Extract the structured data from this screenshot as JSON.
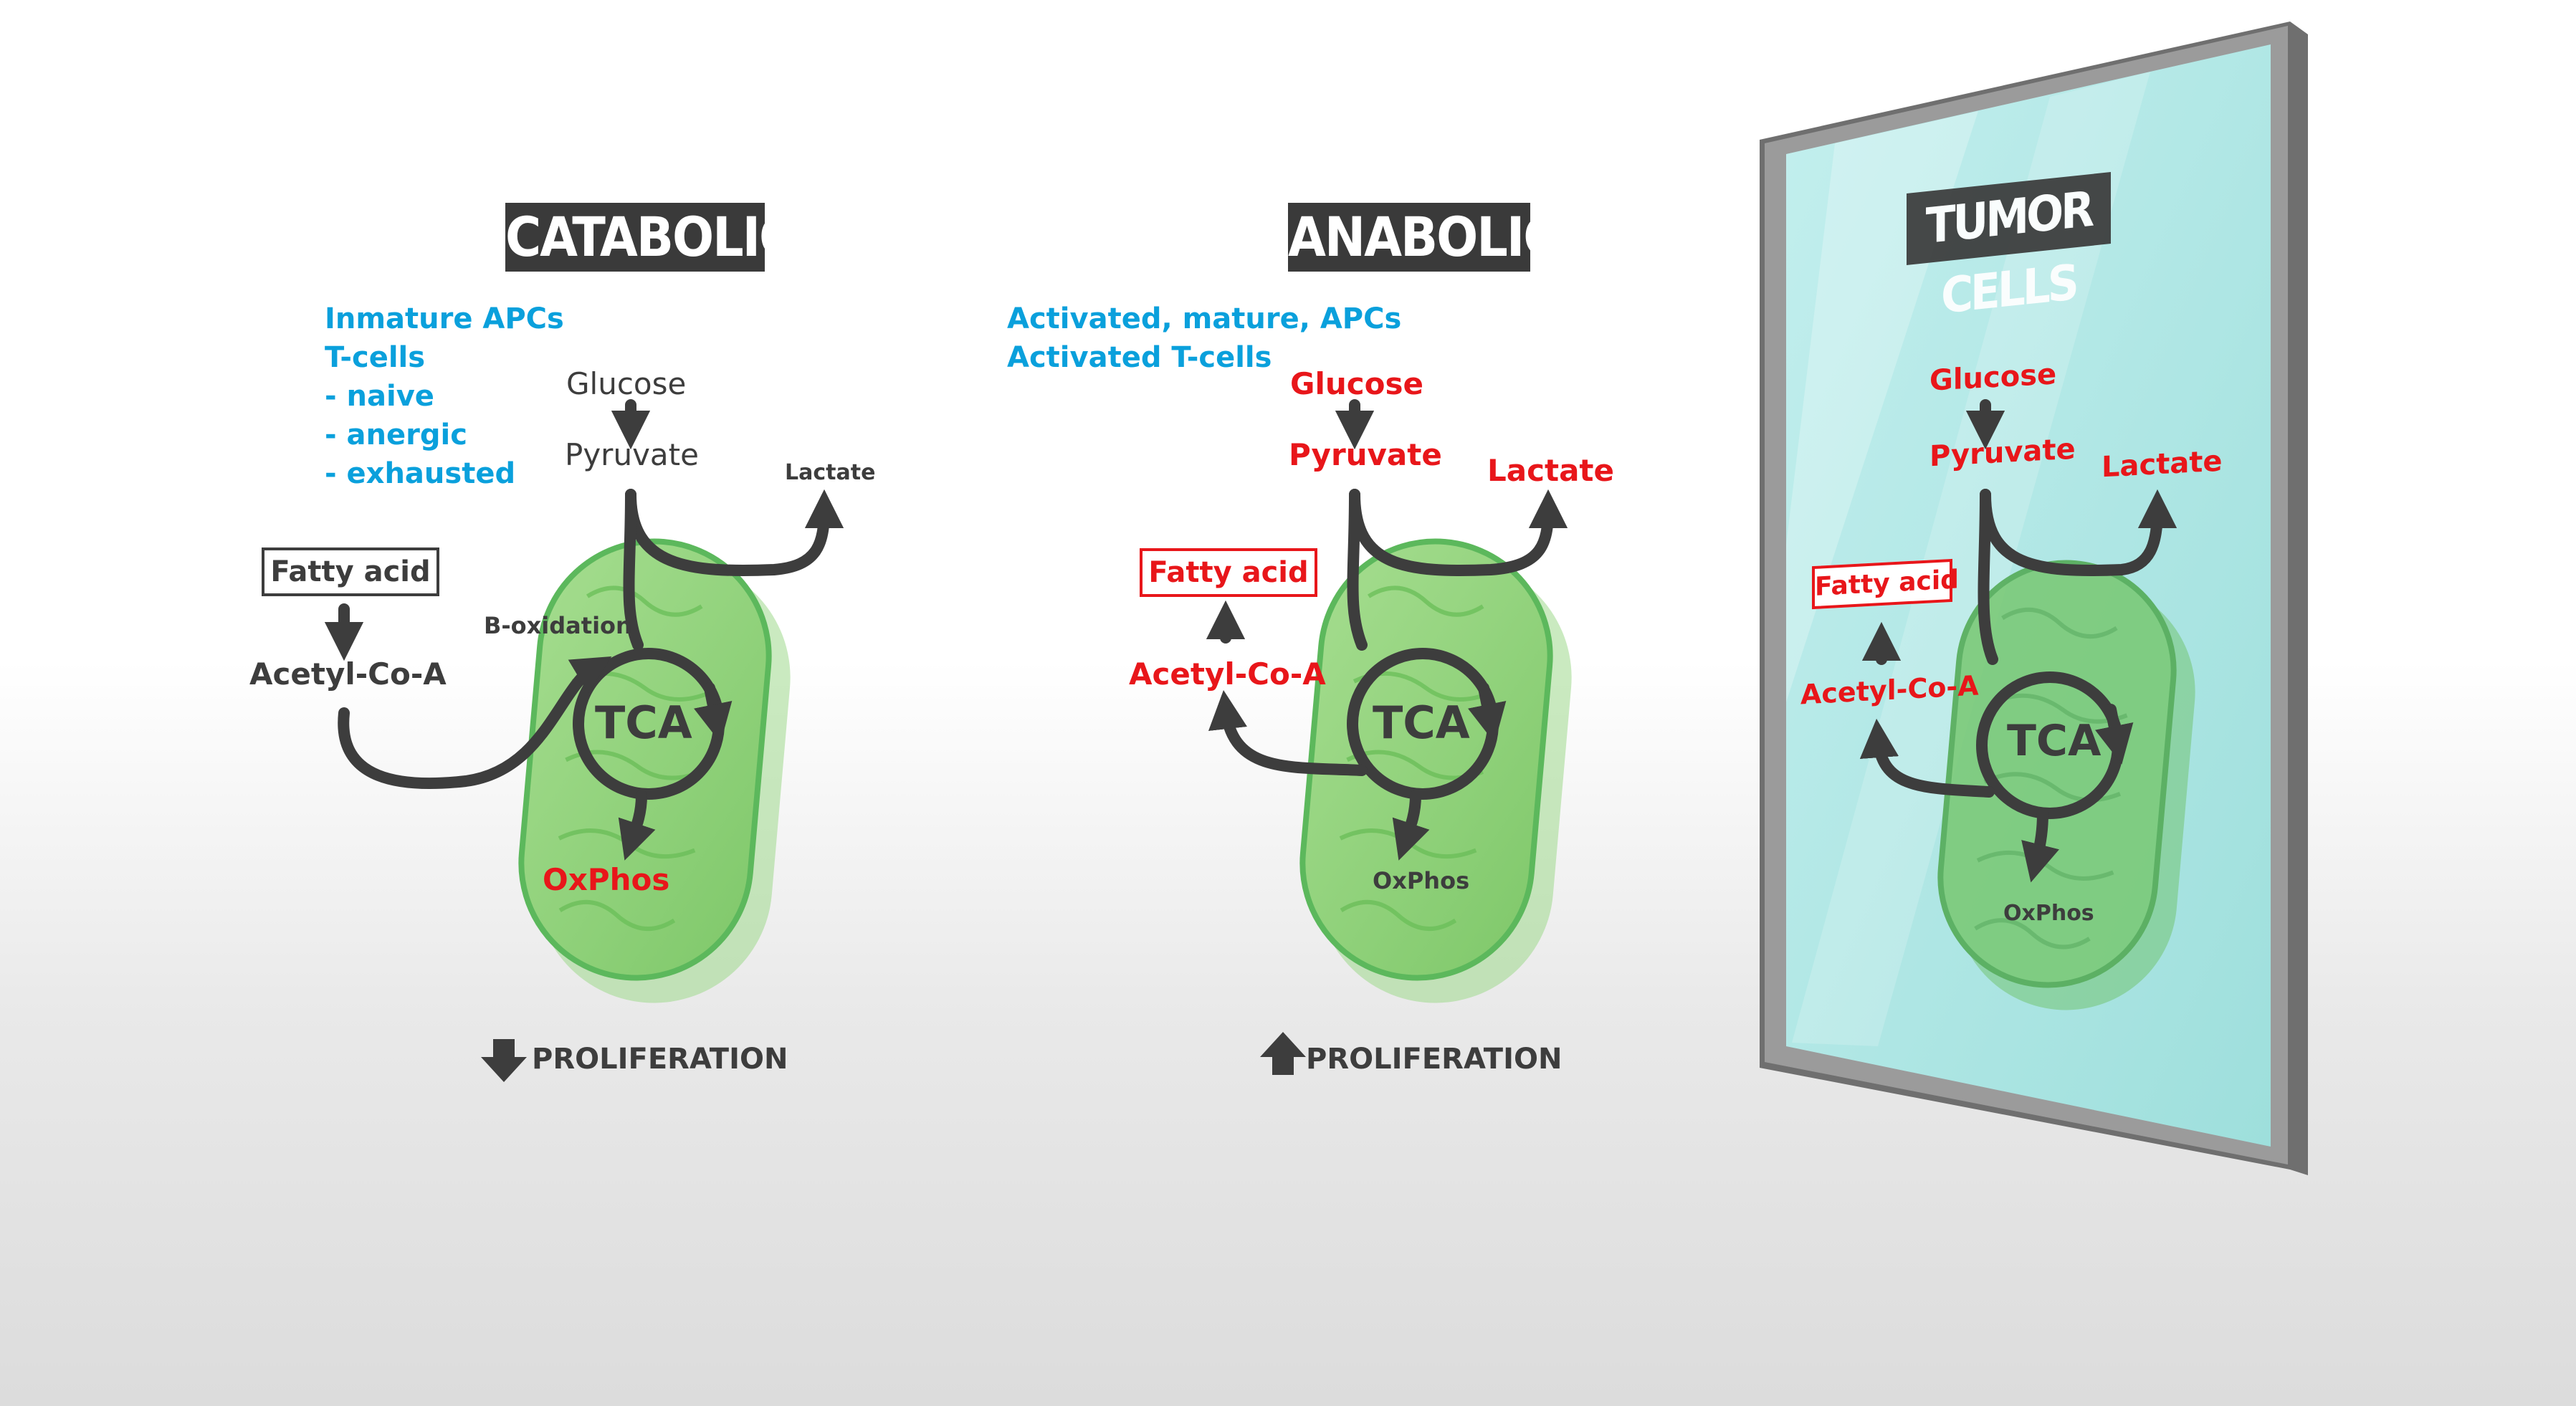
{
  "colors": {
    "blue": "#0aa0dc",
    "red": "#e8161a",
    "dark": "#3d3d3d",
    "title_bg": "#3a3a3a",
    "mito_fill": "#8fd27a",
    "mito_edge": "#5cb85c",
    "glass": "#aee6e4",
    "frame": "#8c8c8c"
  },
  "panels": {
    "catabolic": {
      "title": "CATABOLIC",
      "cells": [
        "Inmature APCs",
        "T-cells",
        "- naive",
        "- anergic",
        "- exhausted"
      ],
      "glucose": "Glucose",
      "pyruvate": "Pyruvate",
      "lactate": "Lactate",
      "fatty_acid": "Fatty acid",
      "acetyl": "Acetyl-Co-A",
      "beta_ox": "B-oxidation",
      "tca": "TCA",
      "oxphos": "OxPhos",
      "proliferation": "PROLIFERATION",
      "proliferation_direction": "down"
    },
    "anabolic": {
      "title": "ANABOLIC",
      "cells": [
        "Activated, mature, APCs",
        "Activated T-cells"
      ],
      "glucose": "Glucose",
      "pyruvate": "Pyruvate",
      "lactate": "Lactate",
      "fatty_acid": "Fatty acid",
      "acetyl": "Acetyl-Co-A",
      "tca": "TCA",
      "oxphos": "OxPhos",
      "proliferation": "PROLIFERATION",
      "proliferation_direction": "up"
    },
    "tumor": {
      "title": "TUMOR CELLS",
      "glucose": "Glucose",
      "pyruvate": "Pyruvate",
      "lactate": "Lactate",
      "fatty_acid": "Fatty acid",
      "acetyl": "Acetyl-Co-A",
      "tca": "TCA",
      "oxphos": "OxPhos"
    }
  }
}
